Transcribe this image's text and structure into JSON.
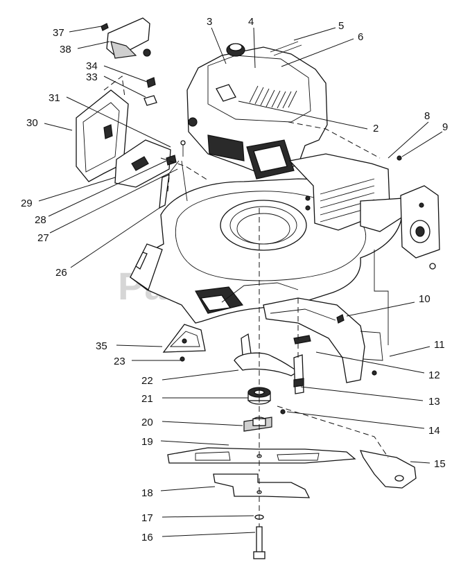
{
  "watermark": "PartsTree",
  "watermark_mark": "™",
  "callouts": [
    "37",
    "38",
    "34",
    "33",
    "31",
    "30",
    "29",
    "28",
    "27",
    "26",
    "3",
    "4",
    "5",
    "6",
    "2",
    "8",
    "9",
    "10",
    "11",
    "12",
    "13",
    "14",
    "15",
    "35",
    "23",
    "22",
    "21",
    "20",
    "19",
    "18",
    "17",
    "16"
  ]
}
